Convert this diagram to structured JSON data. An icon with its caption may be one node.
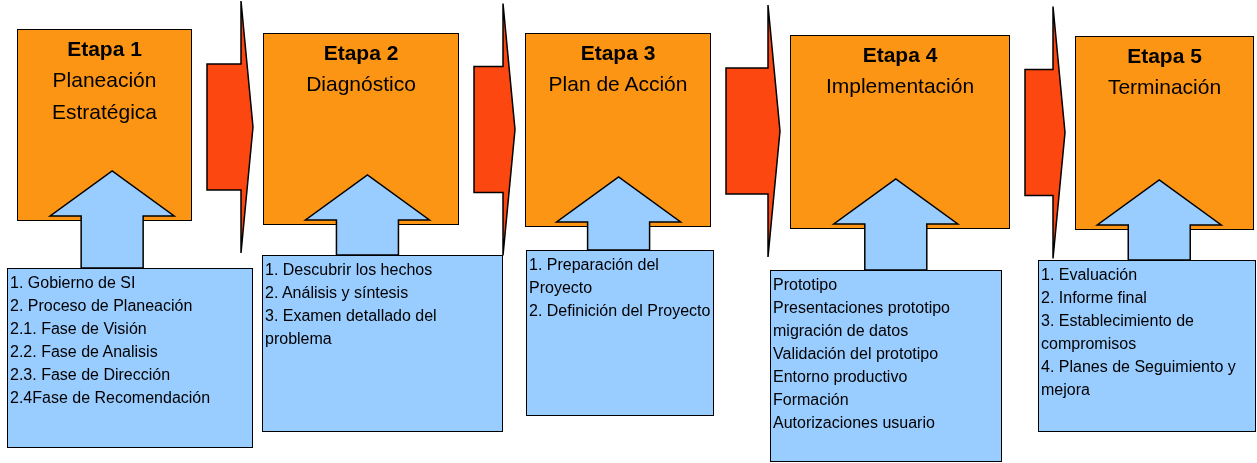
{
  "diagram": {
    "nodes": [
      {
        "text": [
          "Etapa 1",
          "Planeación Estratégica"
        ]
      },
      {
        "text": [
          "1. Gobierno de SI",
          "2. Proceso de Planeación",
          "2.1. Fase de Visión",
          "2.2. Fase de Analisis",
          "2.3. Fase de Dirección",
          "2.4Fase de Recomendación"
        ]
      },
      {
        "text": [
          "Etapa 2",
          "Diagnóstico"
        ]
      },
      {
        "text": [
          "1. Descubrir los hechos",
          "2. Análisis y síntesis",
          "3. Examen detallado del problema"
        ]
      },
      {
        "text": [
          "Etapa 3",
          "Plan de Acción"
        ]
      },
      {
        "text": [
          "1. Preparación del Proyecto",
          "2. Definición del Proyecto"
        ]
      },
      {
        "text": [
          "Etapa 4",
          "Implementación"
        ]
      },
      {
        "text": [
          "Prototipo",
          "Presentaciones prototipo",
          "migración de datos",
          "Validación del prototipo",
          "Entorno productivo",
          "Formación",
          "Autorizaciones usuario"
        ]
      },
      {
        "text": [
          "Etapa 5",
          "Terminación"
        ]
      },
      {
        "text": [
          "1. Evaluación",
          "2. Informe final",
          "3. Establecimiento de compromisos",
          "4. Planes de Seguimiento y mejora"
        ]
      }
    ],
    "edges": [
      {
        "from": 0,
        "to": 2,
        "arrow": "to",
        "style": "thick",
        "color": "#fc4711"
      },
      {
        "from": 2,
        "to": 4,
        "arrow": "to",
        "style": "thick",
        "color": "#fc4711"
      },
      {
        "from": 4,
        "to": 6,
        "arrow": "to",
        "style": "thick",
        "color": "#fc4711"
      },
      {
        "from": 6,
        "to": 8,
        "arrow": "to",
        "style": "thick",
        "color": "#fc4711"
      },
      {
        "from": 1,
        "to": 0,
        "arrow": "to",
        "style": "thick"
      },
      {
        "from": 3,
        "to": 2,
        "arrow": "to",
        "style": "thick"
      },
      {
        "from": 5,
        "to": 4,
        "arrow": "to",
        "style": "thick"
      },
      {
        "from": 7,
        "to": 6,
        "arrow": "to",
        "style": "thick"
      },
      {
        "from": 9,
        "to": 8,
        "arrow": "to",
        "style": "thick"
      }
    ]
  }
}
